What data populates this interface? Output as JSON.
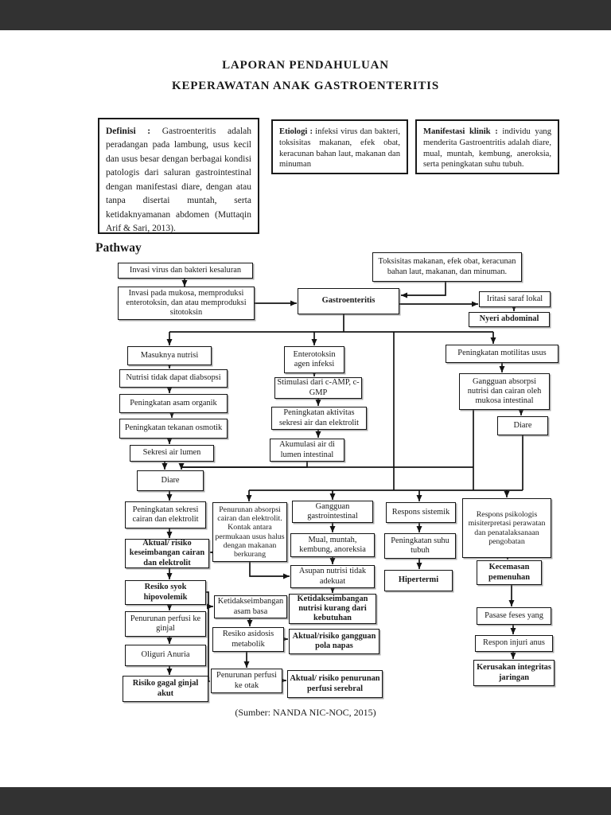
{
  "page": {
    "title_line1": "LAPORAN PENDAHULUAN",
    "title_line2": "KEPERAWATAN ANAK GASTROENTERITIS",
    "pathway_heading": "Pathway",
    "source": "(Sumber: NANDA NIC-NOC, 2015)"
  },
  "info_boxes": [
    {
      "label": "Definisi :",
      "text": "Gastroenteritis adalah peradangan pada lambung, usus kecil dan usus besar dengan berbagai kondisi patologis dari saluran gastrointestinal dengan manifestasi diare, dengan atau tanpa disertai muntah, serta ketidaknyamanan abdomen (Muttaqin Arif & Sari, 2013)."
    },
    {
      "label": "Etiologi :",
      "text": "infeksi virus dan bakteri, toksisitas makanan, efek obat, keracunan bahan laut, makanan dan minuman"
    },
    {
      "label": "Manifestasi klinik :",
      "text": "individu yang menderita Gastroentritis adalah diare, mual, muntah, kembung, aneroksia, serta peningkatan suhu tubuh."
    }
  ],
  "flow": {
    "nodes": [
      {
        "id": "invasi-virus",
        "text": "Invasi virus dan bakteri kesaluran"
      },
      {
        "id": "toksisitas",
        "text": "Toksisitas makanan, efek obat, keracunan bahan laut, makanan, dan minuman."
      },
      {
        "id": "invasi-mukosa",
        "text": "Invasi pada mukosa, memproduksi enterotoksin, dan atau memproduksi sitotoksin"
      },
      {
        "id": "gastroenteritis",
        "text": "Gastroenteritis"
      },
      {
        "id": "iritasi-saraf",
        "text": "Iritasi saraf lokal"
      },
      {
        "id": "nyeri-abdominal",
        "text": "Nyeri abdominal"
      },
      {
        "id": "masuknya-nutrisi",
        "text": "Masuknya nutrisi"
      },
      {
        "id": "enterotoksin",
        "text": "Enterotoksin agen infeksi"
      },
      {
        "id": "motilitas-usus",
        "text": "Peningkatan motilitas usus"
      },
      {
        "id": "nutrisi-diabsopsi",
        "text": "Nutrisi tidak dapat diabsopsi"
      },
      {
        "id": "asam-organik",
        "text": "Peningkatan asam organik"
      },
      {
        "id": "tekanan-osmotik",
        "text": "Peningkatan tekanan osmotik"
      },
      {
        "id": "sekresi-air-lumen",
        "text": "Sekresi air lumen"
      },
      {
        "id": "diare-kiri",
        "text": "Diare"
      },
      {
        "id": "stimulasi-camp",
        "text": "Stimulasi dari c-AMP, c-GMP"
      },
      {
        "id": "aktivitas-sekresi",
        "text": "Peningkatan aktivitas sekresi air dan elektrolit"
      },
      {
        "id": "akumulasi-air",
        "text": "Akumulasi air di lumen intestinal"
      },
      {
        "id": "gangguan-absorpsi",
        "text": "Gangguan absorpsi nutrisi dan cairan oleh mukosa intestinal"
      },
      {
        "id": "diare-kanan",
        "text": "Diare"
      },
      {
        "id": "peningkatan-sekresi",
        "text": "Peningkatan sekresi cairan dan elektrolit"
      },
      {
        "id": "aktual-risiko-cairan",
        "text": "Aktual/ risiko keseimbangan cairan dan elektrolit"
      },
      {
        "id": "resiko-syok",
        "text": "Resiko syok hipovolemik"
      },
      {
        "id": "perfusi-ginjal",
        "text": "Penurunan perfusi ke ginjal"
      },
      {
        "id": "oliguri-anuria",
        "text": "Oliguri Anuria"
      },
      {
        "id": "gagal-ginjal",
        "text": "Risiko gagal ginjal akut"
      },
      {
        "id": "penurunan-absorpsi",
        "text": "Penurunan absorpsi cairan dan elektrolit. Kontak antara permukaan usus halus dengan makanan berkurang"
      },
      {
        "id": "asam-basa",
        "text": "Ketidakseimbangan asam basa"
      },
      {
        "id": "asidosis-metabolik",
        "text": "Resiko asidosis metabolik"
      },
      {
        "id": "perfusi-otak",
        "text": "Penurunan perfusi ke otak"
      },
      {
        "id": "gangguan-gastrointestinal",
        "text": "Gangguan gastrointestinal"
      },
      {
        "id": "mual-muntah",
        "text": "Mual, muntah, kembung, anoreksia"
      },
      {
        "id": "asupan-nutrisi",
        "text": "Asupan nutrisi tidak adekuat"
      },
      {
        "id": "nutrisi-kurang",
        "text": "Ketidakseimbangan nutrisi kurang dari kebutuhan"
      },
      {
        "id": "pola-napas",
        "text": "Aktual/risiko gangguan pola napas"
      },
      {
        "id": "perfusi-serebral",
        "text": "Aktual/ risiko penurunan perfusi serebral"
      },
      {
        "id": "respons-sistemik",
        "text": "Respons sistemik"
      },
      {
        "id": "suhu-tubuh",
        "text": "Peningkatan suhu tubuh"
      },
      {
        "id": "hipertermi",
        "text": "Hipertermi"
      },
      {
        "id": "respons-psikologis",
        "text": "Respons psikologis misiterpretasi perawatan dan penatalaksanaan pengobatan"
      },
      {
        "id": "kecemasan",
        "text": "Kecemasan pemenuhan"
      },
      {
        "id": "pasase-feses",
        "text": "Pasase feses yang"
      },
      {
        "id": "injuri-anus",
        "text": "Respon injuri anus"
      },
      {
        "id": "kerusakan-integritas",
        "text": "Kerusakan integritas jaringan"
      }
    ]
  },
  "colors": {
    "ink": "#1a1a1a",
    "viewer_bg": "#323232",
    "page_bg": "#ffffff"
  }
}
